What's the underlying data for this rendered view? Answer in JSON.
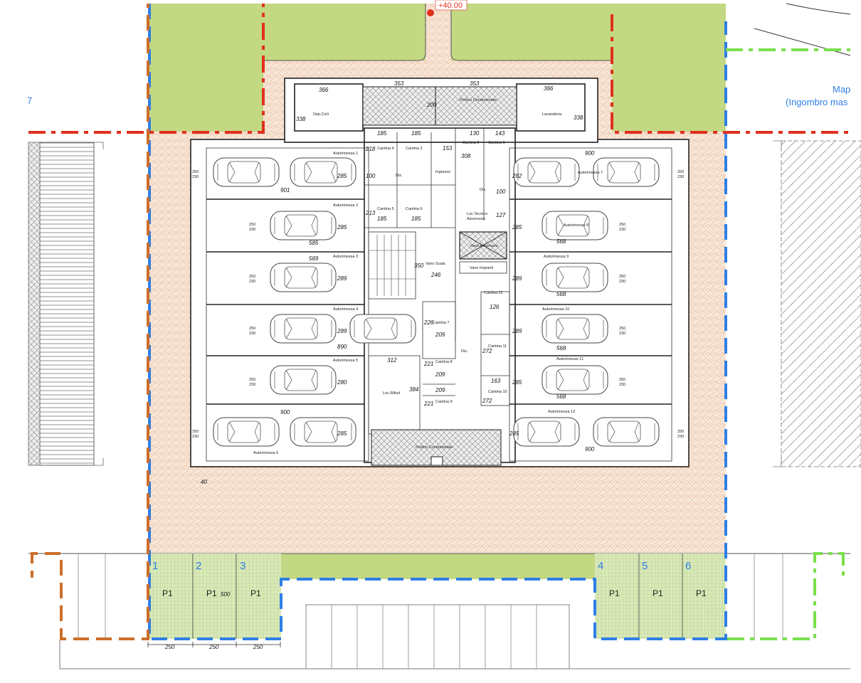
{
  "colors": {
    "hatch_fill": "#f7e6d8",
    "green_area": "#c3d882",
    "parking_grid": "#cfe2a6",
    "blue_boundary": "#2f7fe6",
    "orange_boundary": "#cc6e2a",
    "red_boundary": "#e0301e",
    "lime_boundary": "#7ae04c",
    "wall": "#222222"
  },
  "elevation": "+40.00",
  "left_edge_label": "7",
  "right_edge": {
    "line1": "Map",
    "line2": "(Ingombro mas"
  },
  "rooms": {
    "dep_cicli": "Dep.Cicli",
    "lavanderia": "Lavanderia",
    "portico_top": "Portico Condominiale",
    "portico_bottom": "Portico Condominiale",
    "cantina_1": "Cantina 1",
    "cantina_2": "Cantina 2",
    "cantina_3": "Cantina 3",
    "cantina_4": "Cantina 4",
    "cantina_5": "Cantina 5",
    "cantina_6": "Cantina 6",
    "cantina_7": "Cantina 7",
    "cantina_8": "Cantina 8",
    "cantina_9": "Cantina 9",
    "cantina_10": "Cantina 10",
    "cantina_11": "Cantina 11",
    "cantina_12": "Cantina 12",
    "dis_1": "Dis.",
    "dis_2": "Dis.",
    "dis_3": "Dis.",
    "ingresso": "Ingresso",
    "loc_tecnico": "Loc.Tecnico",
    "ascensore": "Ascensore",
    "vano_ascensore": "Vano Ascensore",
    "vano_scala": "Vano Scala",
    "vano_impianti": "Vano Impianti",
    "loc_rifiuti": "Loc.Rifiuti",
    "autorimessa_1": "Autorimessa 1",
    "autorimessa_2": "Autorimessa 2",
    "autorimessa_3": "Autorimessa 3",
    "autorimessa_4": "Autorimessa 4",
    "autorimessa_5": "Autorimessa 5",
    "autorimessa_6": "Autorimessa 6",
    "autorimessa_7": "Autorimessa 7",
    "autorimessa_8": "Autorimessa 8",
    "autorimessa_9": "Autorimessa 9",
    "autorimessa_10": "Autorimessa 10",
    "autorimessa_11": "Autorimessa 11",
    "autorimessa_12": "Autorimessa 12"
  },
  "dims": {
    "d366a": "366",
    "d366b": "366",
    "d353a": "353",
    "d353b": "353",
    "d338a": "338",
    "d338b": "338",
    "d200": "200",
    "d185a": "185",
    "d185b": "185",
    "d185c": "185",
    "d185d": "185",
    "d130": "130",
    "d143": "143",
    "d153": "153",
    "d308": "308",
    "d218": "218",
    "d100a": "100",
    "d100b": "100",
    "d127": "127",
    "d213": "213",
    "d901": "901",
    "d900a": "900",
    "d900b": "900",
    "d900c": "900",
    "d890": "890",
    "d585": "585",
    "d569": "569",
    "d568a": "568",
    "d568b": "568",
    "d568c": "568",
    "d568d": "568",
    "d285a": "285",
    "d285b": "285",
    "d285c": "285",
    "d285d": "285",
    "d285e": "285",
    "d285f": "285",
    "d289a": "289",
    "d289b": "289",
    "d289c": "289",
    "d289d": "289",
    "d280": "280",
    "d282": "282",
    "d350": "350",
    "d246": "246",
    "d312": "312",
    "d384": "384",
    "d226": "226",
    "d221a": "221",
    "d221b": "221",
    "d209a": "209",
    "d209b": "209",
    "d209c": "209",
    "d126": "126",
    "d272a": "272",
    "d272b": "272",
    "d163": "163",
    "d40": "40",
    "d500": "500",
    "d250a": "250",
    "d250b": "250",
    "d250c": "250"
  },
  "door_sizes": {
    "top": "250",
    "bottom": "230"
  },
  "parking": {
    "spots": [
      {
        "num": "1",
        "label": "P1"
      },
      {
        "num": "2",
        "label": "P1"
      },
      {
        "num": "3",
        "label": "P1"
      },
      {
        "num": "4",
        "label": "P1"
      },
      {
        "num": "5",
        "label": "P1"
      },
      {
        "num": "6",
        "label": "P1"
      }
    ]
  }
}
